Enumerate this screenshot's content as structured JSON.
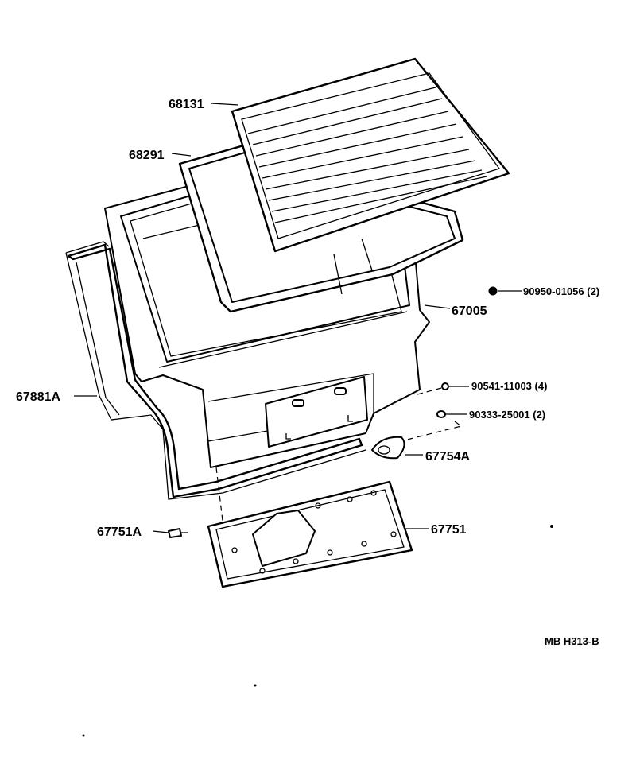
{
  "labels": {
    "glass": "68131",
    "glass_weatherstrip": "68291",
    "back_door_panel": "67005",
    "door_weatherstrip": "67881A",
    "bolt_90950": "90950-01056 (2)",
    "nut_90541": "90541-11003 (4)",
    "clip_90333": "90333-25001 (2)",
    "cover_67754A": "67754A",
    "clip_67751A": "67751A",
    "trim_board": "67751"
  },
  "footer": {
    "code": "MB H313-B"
  }
}
